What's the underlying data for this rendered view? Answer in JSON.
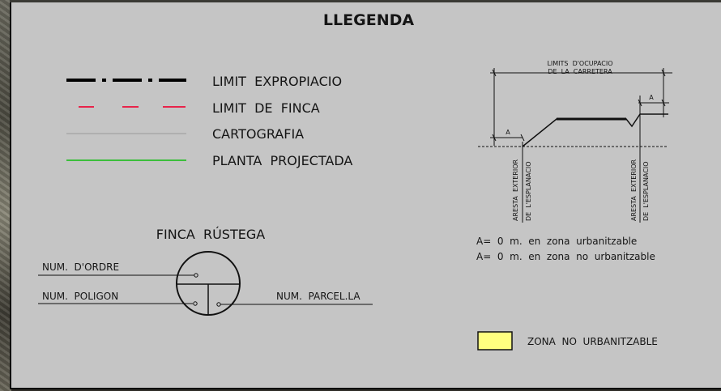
{
  "title": "LLEGENDA",
  "line_legend": [
    {
      "label": "LIMIT  EXPROPIACIO",
      "style": "dashdot",
      "color": "#000000"
    },
    {
      "label": "LIMIT  DE  FINCA",
      "style": "dashed",
      "color": "#e8234a"
    },
    {
      "label": "CARTOGRAFIA",
      "style": "solid-thin",
      "color": "#9a9a9a"
    },
    {
      "label": "PLANTA  PROJECTADA",
      "style": "solid",
      "color": "#3cbf3c"
    }
  ],
  "finca": {
    "title": "FINCA  RÚSTEGA",
    "num_ordre": "NUM.  D'ORDRE",
    "num_poligon": "NUM.  POLIGON",
    "num_parcela": "NUM.  PARCEL.LA"
  },
  "section": {
    "limits_line1": "LIMITS  D'OCUPACIO",
    "limits_line2": "DE  LA  CARRETERA",
    "dim_left": "A",
    "dim_right": "A",
    "aresta_line1": "ARESTA  EXTERIOR",
    "aresta_line2": "DE  L'ESPLANACIO"
  },
  "notes": [
    "A=  0  m.  en  zona  urbanitzable",
    "A=  0  m.  en  zona  no  urbanitzable"
  ],
  "zone": {
    "label": "ZONA  NO  URBANITZABLE",
    "color": "#ffff80"
  }
}
